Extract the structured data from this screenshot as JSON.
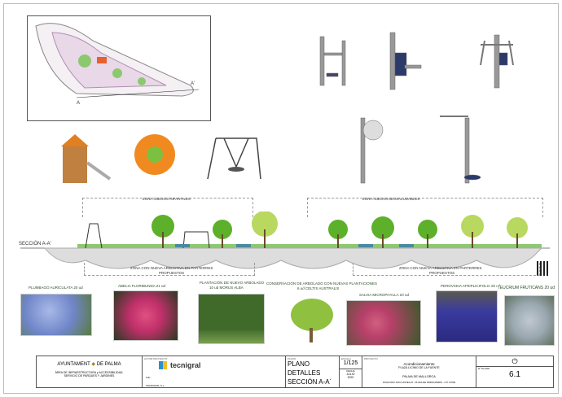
{
  "section": {
    "title": "SECCIÓN A-A'",
    "zone_kids": "ZONA JUEGOS INFANTILES",
    "zone_health": "ZONA JUEGOS BIOSALUDABLES",
    "zone_shrub_1a": "ZONA CON NUEVA ARBUSTIVA EN PARTERRES",
    "zone_shrub_1b": "PROPUESTOS",
    "zone_shrub_2a": "ZONA CON NUEVA ARBUSTIVA EN PARTERRES",
    "zone_shrub_2b": "PROPUESTOS"
  },
  "plan": {
    "mark_a": "A",
    "mark_a2": "A'"
  },
  "plants": [
    {
      "name": "PLUMBAGO AURICULATA 20 ud",
      "color": "#6f86c8"
    },
    {
      "name": "ABELIA FLORIBUNDA 21 ud",
      "color": "#c0306a"
    },
    {
      "name": "PLANTACIÓN DE NUEVO ARBOLADO",
      "name2": "10 ud MORUS ALBA",
      "color": "#3f6a2a"
    },
    {
      "name": "CONSERVACIÓN DE ARBOLADO CON NUEVAS PLANTACIONES",
      "name2": "6 ud CELTIS AUSTRALIS",
      "color": "#8fc040"
    },
    {
      "name": "SALVIA MICROPHYLLA 20 ud",
      "color": "#b8406a"
    },
    {
      "name": "PEROVSKIA ATRIPLICIFOLIA 20 ud",
      "color": "#3a3aa0"
    },
    {
      "name": "TEUCRIUM FRUTICANS 20 ud",
      "color": "#9aa8b0"
    }
  ],
  "titleblock": {
    "org": "AYUNTAMENT",
    "org2": "DE PALMA",
    "dept1": "ÀREA DE INFRAESTRUCTURA y ACCESSIBILIDAD,",
    "dept2": "SERVICIO DE PARQUES Y JARDINES",
    "author_label": "AUTOR PROYECTO:",
    "company": "tecnigral",
    "company_sub": "TECNIGRAL S.L.",
    "sign_label": "Fdo.:",
    "plano_label": "PLANO",
    "plano1": "PLANO",
    "plano2": "DETALLES",
    "plano3": "SECCIÓN A-A´",
    "escala_label": "ESCALA",
    "escala": "1/125",
    "fecha_label": "FECHA",
    "fecha1": "JULIO",
    "fecha2": "2022",
    "proyecto_label": "PROYECTO",
    "proyecto1": "Acondicionamiento",
    "proyecto2": "PLAZA LICINIO DE LA FUENTE",
    "ciudad": "PALMA DE MALLORCA",
    "direccion": "POLIGONO SON CASTELLÓ - PLAZA DE SINDICATERÍA - C.P. 07009",
    "nplano_label": "Nº PLANO",
    "nplano": "6.1"
  },
  "colors": {
    "tree": "#5db02a",
    "light_tree": "#b8d860",
    "ground": "#8cc870",
    "soil": "#d8d8d8"
  }
}
